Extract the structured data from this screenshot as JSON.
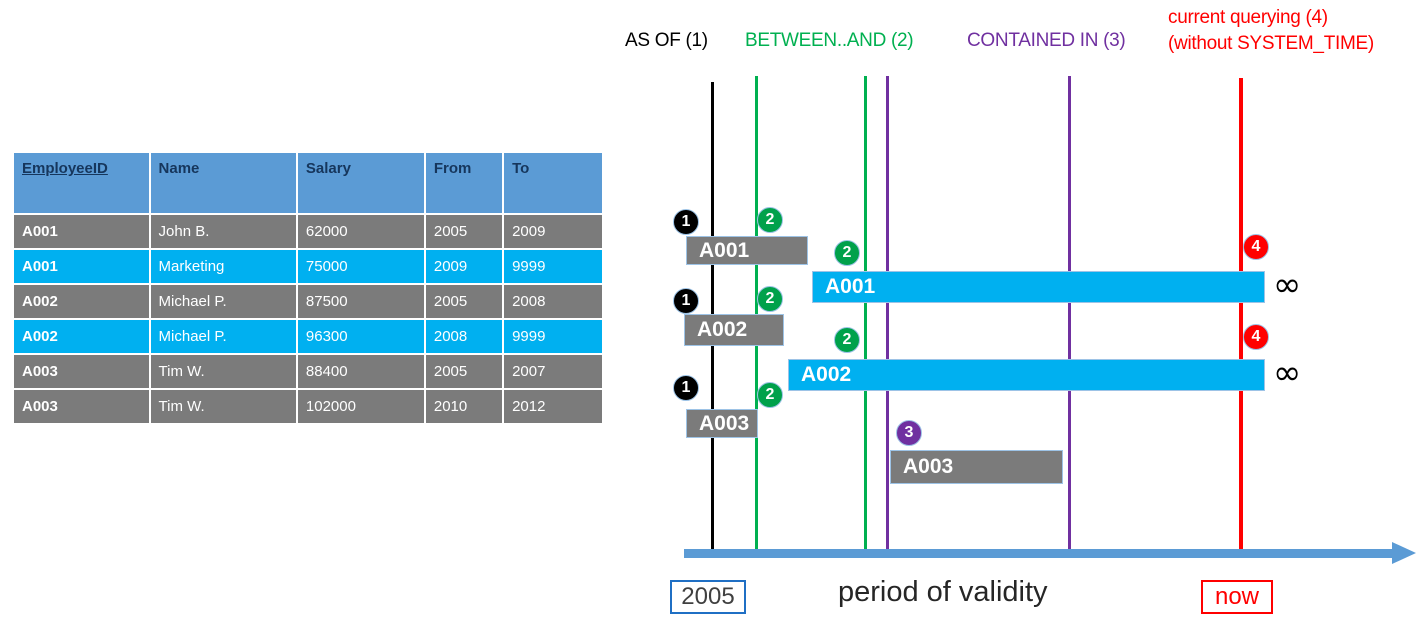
{
  "table": {
    "columns": [
      {
        "key": "employee_id",
        "label": "EmployeeID",
        "underline": true
      },
      {
        "key": "name",
        "label": "Name",
        "underline": false
      },
      {
        "key": "salary",
        "label": "Salary",
        "underline": false
      },
      {
        "key": "from",
        "label": "From",
        "underline": false
      },
      {
        "key": "to",
        "label": "To",
        "underline": false
      }
    ],
    "rows": [
      {
        "employee_id": "A001",
        "name": "John  B.",
        "salary": "62000",
        "from": "2005",
        "to": "2009",
        "style": "gray"
      },
      {
        "employee_id": "A001",
        "name": "Marketing",
        "salary": "75000",
        "from": "2009",
        "to": "9999",
        "style": "cyan"
      },
      {
        "employee_id": "A002",
        "name": "Michael P.",
        "salary": "87500",
        "from": "2005",
        "to": "2008",
        "style": "gray"
      },
      {
        "employee_id": "A002",
        "name": "Michael P.",
        "salary": "96300",
        "from": "2008",
        "to": "9999",
        "style": "cyan"
      },
      {
        "employee_id": "A003",
        "name": "Tim W.",
        "salary": "88400",
        "from": "2005",
        "to": "2007",
        "style": "gray"
      },
      {
        "employee_id": "A003",
        "name": "Tim W.",
        "salary": "102000",
        "from": "2010",
        "to": "2012",
        "style": "gray"
      }
    ]
  },
  "legend": {
    "as_of": "AS OF (1)",
    "between_and": "BETWEEN..AND (2)",
    "contained_in": "CONTAINED IN (3)",
    "current_line1": "current querying (4)",
    "current_line2": "(without SYSTEM_TIME)"
  },
  "colors": {
    "as_of": "#000000",
    "between_and": "#00B050",
    "contained_in": "#7030A0",
    "current": "#FF0000",
    "bar_gray": "#7B7B7B",
    "bar_cyan": "#00B0F0",
    "table_header": "#5B9BD5",
    "table_header_text": "#16365C",
    "axis": "#5B9BD5"
  },
  "timeline": {
    "bars": [
      {
        "label": "A001",
        "style": "gray",
        "row": 1
      },
      {
        "label": "A001",
        "style": "cyan",
        "row": 2
      },
      {
        "label": "A002",
        "style": "gray",
        "row": 3
      },
      {
        "label": "A002",
        "style": "cyan",
        "row": 4
      },
      {
        "label": "A003",
        "style": "gray",
        "row": 5
      },
      {
        "label": "A003",
        "style": "gray",
        "row": 6
      }
    ],
    "badges": [
      {
        "num": "1",
        "color": "black"
      },
      {
        "num": "2",
        "color": "green"
      },
      {
        "num": "2",
        "color": "green"
      },
      {
        "num": "1",
        "color": "black"
      },
      {
        "num": "2",
        "color": "green"
      },
      {
        "num": "2",
        "color": "green"
      },
      {
        "num": "1",
        "color": "black"
      },
      {
        "num": "2",
        "color": "green"
      },
      {
        "num": "3",
        "color": "purple"
      },
      {
        "num": "4",
        "color": "red"
      },
      {
        "num": "4",
        "color": "red"
      }
    ],
    "infinity_symbols": [
      "∞",
      "∞"
    ],
    "axis_start_label": "2005",
    "axis_end_label": "now",
    "axis_title": "period of validity"
  }
}
